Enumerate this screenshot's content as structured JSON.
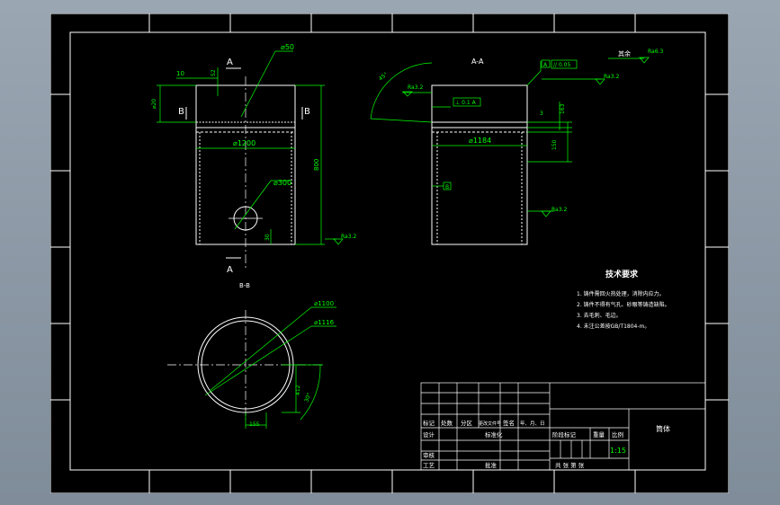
{
  "colors": {
    "background": "#000000",
    "frame": "#ffffff",
    "dimension": "#00ff00",
    "text": "#ffffff",
    "viewport": "#8e9aa6"
  },
  "views": {
    "front": {
      "section_label_top": "A",
      "section_label_bottom": "A",
      "side_label_left": "B",
      "side_label_right": "B",
      "dim_hole_top": "⌀50",
      "dim_10": "10",
      "dim_small": "52",
      "dim_left_height": "⌀20",
      "dim_diameter": "⌀1200",
      "dim_height": "800",
      "dim_hole": "⌀300",
      "dim_bottom": "30",
      "roughness": "Ra3.2"
    },
    "section_aa": {
      "title": "A-A",
      "dim_angle": "45°",
      "roughness_left": "Ra3.2",
      "tol_parallel": "// 0.05",
      "datum_top": "A",
      "tol_flat": "⊥ 0.1 A",
      "roughness_right": "Ra3.2",
      "dim_3": "3",
      "dim_163": "163",
      "dim_150": "150",
      "dim_diameter": "⌀1184",
      "datum_side": "B",
      "roughness_side": "Ra3.2",
      "other": "其余",
      "roughness_other": "Ra6.3"
    },
    "section_bb": {
      "title": "B-B",
      "dim_inner": "⌀1100",
      "dim_outer": "⌀1116",
      "dim_412": "412",
      "dim_angle": "30°",
      "dim_155": "155"
    }
  },
  "tech": {
    "title": "技术要求",
    "items": [
      "1. 铸件需回火热处理，消除内应力。",
      "2. 铸件不得有气孔、砂眼等铸造缺陷。",
      "3. 去毛刺、毛边。",
      "4. 未注公差按GB/T1804-m。"
    ]
  },
  "title_block": {
    "row_headers": [
      "标记",
      "处数",
      "分区",
      "更改文件号",
      "签名",
      "年、月、日"
    ],
    "design": "设计",
    "standard": "标准化",
    "review": "审核",
    "process": "工艺",
    "approve": "批准",
    "stage_mark": "阶段标记",
    "weight": "重量",
    "scale_label": "比例",
    "scale": "1:15",
    "sheets": "共  张  第  张",
    "part_name": "筒体"
  }
}
